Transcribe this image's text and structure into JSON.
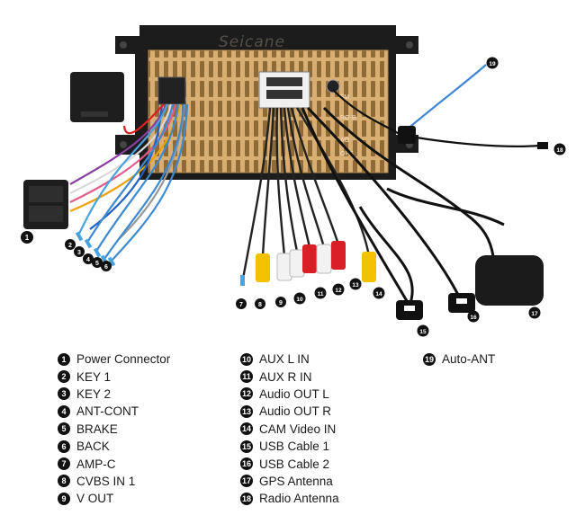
{
  "brand": {
    "name": "Seicane"
  },
  "ports": {
    "row1": [
      "FM",
      "RO-B",
      "AO"
    ],
    "row2": [
      "OPS"
    ]
  },
  "callouts": [
    "1",
    "2",
    "3",
    "4",
    "5",
    "6",
    "7",
    "8",
    "9",
    "10",
    "11",
    "12",
    "13",
    "14",
    "15",
    "16",
    "17",
    "18",
    "19"
  ],
  "legend": [
    [
      {
        "num": "1",
        "label": "Power Connector"
      },
      {
        "num": "2",
        "label": "KEY 1"
      },
      {
        "num": "3",
        "label": "KEY 2"
      },
      {
        "num": "4",
        "label": "ANT-CONT"
      },
      {
        "num": "5",
        "label": "BRAKE"
      },
      {
        "num": "6",
        "label": "BACK"
      },
      {
        "num": "7",
        "label": "AMP-C"
      },
      {
        "num": "8",
        "label": "CVBS IN 1"
      },
      {
        "num": "9",
        "label": "V OUT"
      }
    ],
    [
      {
        "num": "10",
        "label": "AUX L IN"
      },
      {
        "num": "11",
        "label": "AUX R IN"
      },
      {
        "num": "12",
        "label": "Audio OUT L"
      },
      {
        "num": "13",
        "label": "Audio OUT R"
      },
      {
        "num": "14",
        "label": "CAM Video IN"
      },
      {
        "num": "15",
        "label": "USB Cable 1"
      },
      {
        "num": "16",
        "label": "USB Cable 2"
      },
      {
        "num": "17",
        "label": "GPS Antenna"
      },
      {
        "num": "18",
        "label": "Radio Antenna"
      }
    ],
    [
      {
        "num": "19",
        "label": "Auto-ANT"
      }
    ]
  ],
  "colors": {
    "chassis": "#1c1c1c",
    "gold_panel": "#d8ae72",
    "rca_yellow": "#f2c200",
    "rca_red": "#d81f26",
    "rca_white": "#f2f2f2",
    "wire_blue": "#3f86d6"
  }
}
